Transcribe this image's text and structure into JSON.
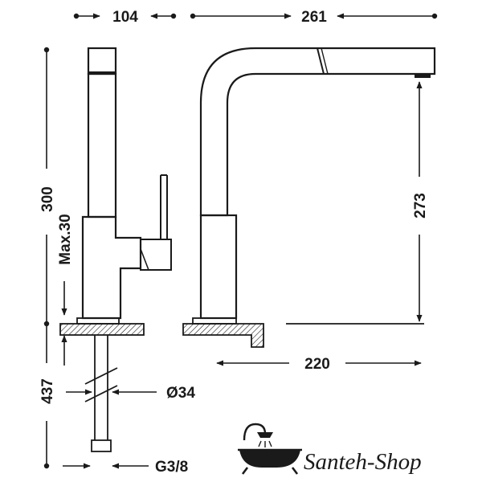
{
  "dimensions": {
    "d104": "104",
    "d261": "261",
    "d300": "300",
    "dmax30": "Max.30",
    "d273": "273",
    "d220": "220",
    "d437": "437",
    "d34": "Ø34",
    "dg38": "G3/8"
  },
  "logo": {
    "text": "Santeh-Shop",
    "icon": "bathtub-shower-icon"
  },
  "colors": {
    "ink": "#1a1a1a",
    "background": "#ffffff"
  }
}
